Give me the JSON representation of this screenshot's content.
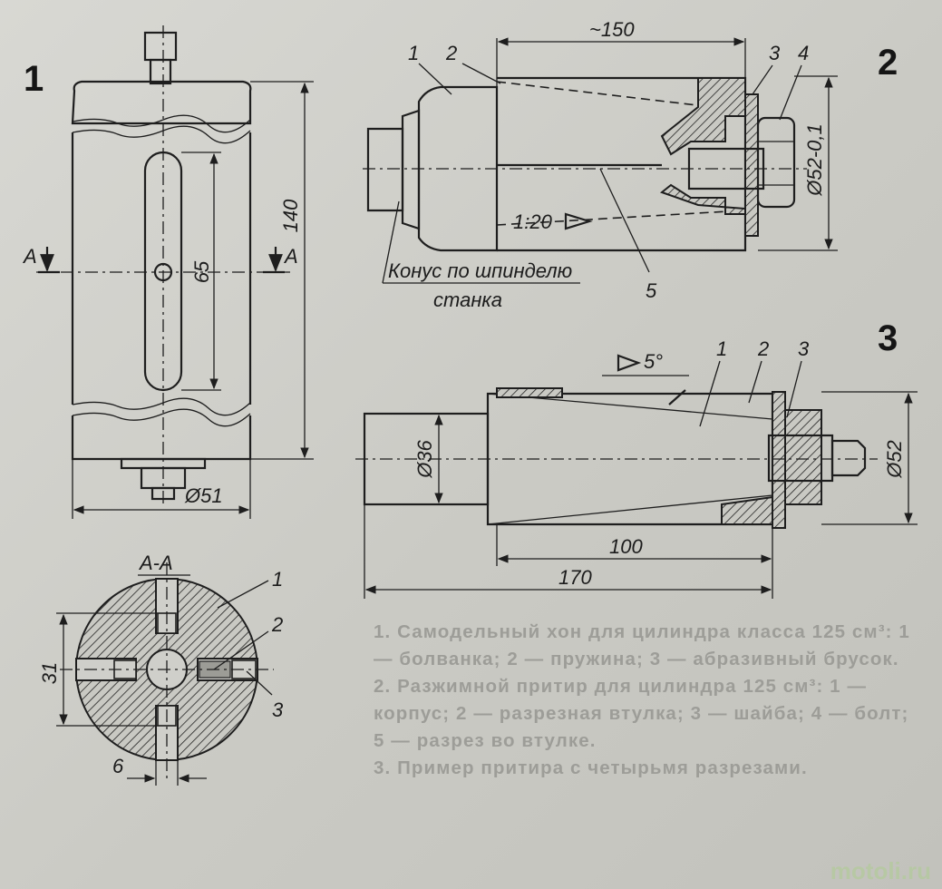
{
  "figures": {
    "fig1": {
      "number": "1",
      "dim_length": "140",
      "dim_slot": "65",
      "dim_diameter": "Ø51",
      "section_mark_left": "A",
      "section_mark_right": "A"
    },
    "section_aa": {
      "title": "A-A",
      "dim_height": "31",
      "dim_width": "6",
      "callouts": [
        "1",
        "2",
        "3"
      ]
    },
    "fig2": {
      "number": "2",
      "dim_length": "~150",
      "dim_diameter": "Ø52-0,1",
      "taper": "1:20",
      "callouts": [
        "1",
        "2",
        "3",
        "4",
        "5"
      ],
      "note_line1": "Конус по шпинделю",
      "note_line2": "станка"
    },
    "fig3": {
      "number": "3",
      "angle": "5°",
      "callouts": [
        "1",
        "2",
        "3"
      ],
      "dim_small_diameter": "Ø36",
      "dim_large_diameter": "Ø52",
      "dim_cone_length": "100",
      "dim_total_length": "170"
    }
  },
  "caption": {
    "item1": "1. Самодельный хон для цилиндра класса 125 см³: 1 — болванка; 2 — пружина; 3 — абразивный брусок.",
    "item2": "2. Разжимной притир для цилиндра 125 см³: 1 — корпус; 2 — разрезная втулка; 3 — шайба; 4 — болт; 5 — разрез во втулке.",
    "item3": "3. Пример притира с четырьмя разрезами."
  },
  "watermark": "motoli.ru"
}
